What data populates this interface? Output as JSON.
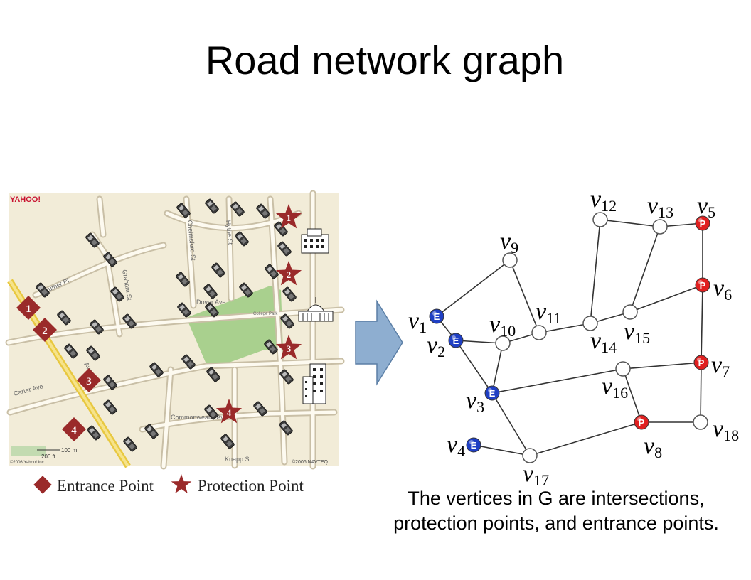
{
  "title": "Road network graph",
  "map": {
    "brand": "YAHOO!",
    "street_names": [
      "Luther Pl",
      "Chelmsford St",
      "Hythe St",
      "Graham St",
      "Dover Ave",
      "College Park",
      "Carter Ave",
      "Commonwealth Ave",
      "Knapp St",
      "Ave"
    ],
    "entrance_labels": [
      "1",
      "2",
      "3",
      "4"
    ],
    "protection_labels": [
      "1",
      "2",
      "3",
      "4"
    ],
    "scale_text": [
      "200 ft",
      "100 m"
    ],
    "copyright_left": "©2006 Yahoo! Inc",
    "copyright_right": "©2006 NAVTEQ",
    "legend_entrance": "Entrance Point",
    "legend_protection": "Protection Point",
    "colors": {
      "marker": "#9a2a2a",
      "park": "#a9d08e",
      "street": "#fdfaf0",
      "map_bg": "#f2ecd8"
    }
  },
  "graph": {
    "vertices": [
      {
        "id": "v1",
        "sym": "v",
        "sub": "1",
        "type": "entrance"
      },
      {
        "id": "v2",
        "sym": "v",
        "sub": "2",
        "type": "entrance"
      },
      {
        "id": "v3",
        "sym": "v",
        "sub": "3",
        "type": "entrance"
      },
      {
        "id": "v4",
        "sym": "v",
        "sub": "4",
        "type": "entrance"
      },
      {
        "id": "v5",
        "sym": "v",
        "sub": "5",
        "type": "protection"
      },
      {
        "id": "v6",
        "sym": "v",
        "sub": "6",
        "type": "protection"
      },
      {
        "id": "v7",
        "sym": "v",
        "sub": "7",
        "type": "protection"
      },
      {
        "id": "v8",
        "sym": "v",
        "sub": "8",
        "type": "protection"
      },
      {
        "id": "v9",
        "sym": "v",
        "sub": "9",
        "type": "intersection"
      },
      {
        "id": "v10",
        "sym": "v",
        "sub": "10",
        "type": "intersection"
      },
      {
        "id": "v11",
        "sym": "v",
        "sub": "11",
        "type": "intersection"
      },
      {
        "id": "v12",
        "sym": "v",
        "sub": "12",
        "type": "intersection"
      },
      {
        "id": "v13",
        "sym": "v",
        "sub": "13",
        "type": "intersection"
      },
      {
        "id": "v14",
        "sym": "v",
        "sub": "14",
        "type": "intersection"
      },
      {
        "id": "v15",
        "sym": "v",
        "sub": "15",
        "type": "intersection"
      },
      {
        "id": "v16",
        "sym": "v",
        "sub": "16",
        "type": "intersection"
      },
      {
        "id": "v17",
        "sym": "v",
        "sub": "17",
        "type": "intersection"
      },
      {
        "id": "v18",
        "sym": "v",
        "sub": "18",
        "type": "intersection"
      }
    ],
    "edges": [
      [
        "v1",
        "v9"
      ],
      [
        "v1",
        "v2"
      ],
      [
        "v2",
        "v10"
      ],
      [
        "v2",
        "v3"
      ],
      [
        "v9",
        "v11"
      ],
      [
        "v10",
        "v11"
      ],
      [
        "v10",
        "v3"
      ],
      [
        "v11",
        "v14"
      ],
      [
        "v14",
        "v12"
      ],
      [
        "v12",
        "v13"
      ],
      [
        "v13",
        "v5"
      ],
      [
        "v5",
        "v6"
      ],
      [
        "v13",
        "v15"
      ],
      [
        "v14",
        "v15"
      ],
      [
        "v15",
        "v6"
      ],
      [
        "v6",
        "v7"
      ],
      [
        "v3",
        "v16"
      ],
      [
        "v16",
        "v7"
      ],
      [
        "v16",
        "v8"
      ],
      [
        "v3",
        "v17"
      ],
      [
        "v4",
        "v17"
      ],
      [
        "v17",
        "v8"
      ],
      [
        "v8",
        "v18"
      ],
      [
        "v7",
        "v18"
      ]
    ],
    "entrance_letter": "E",
    "protection_letter": "P",
    "colors": {
      "entrance": "#1f3fc4",
      "protection": "#e02020",
      "intersection": "#ffffff"
    }
  },
  "arrow": {
    "color": "#8eaed0"
  },
  "caption": "The vertices in G are intersections, protection points, and entrance points."
}
